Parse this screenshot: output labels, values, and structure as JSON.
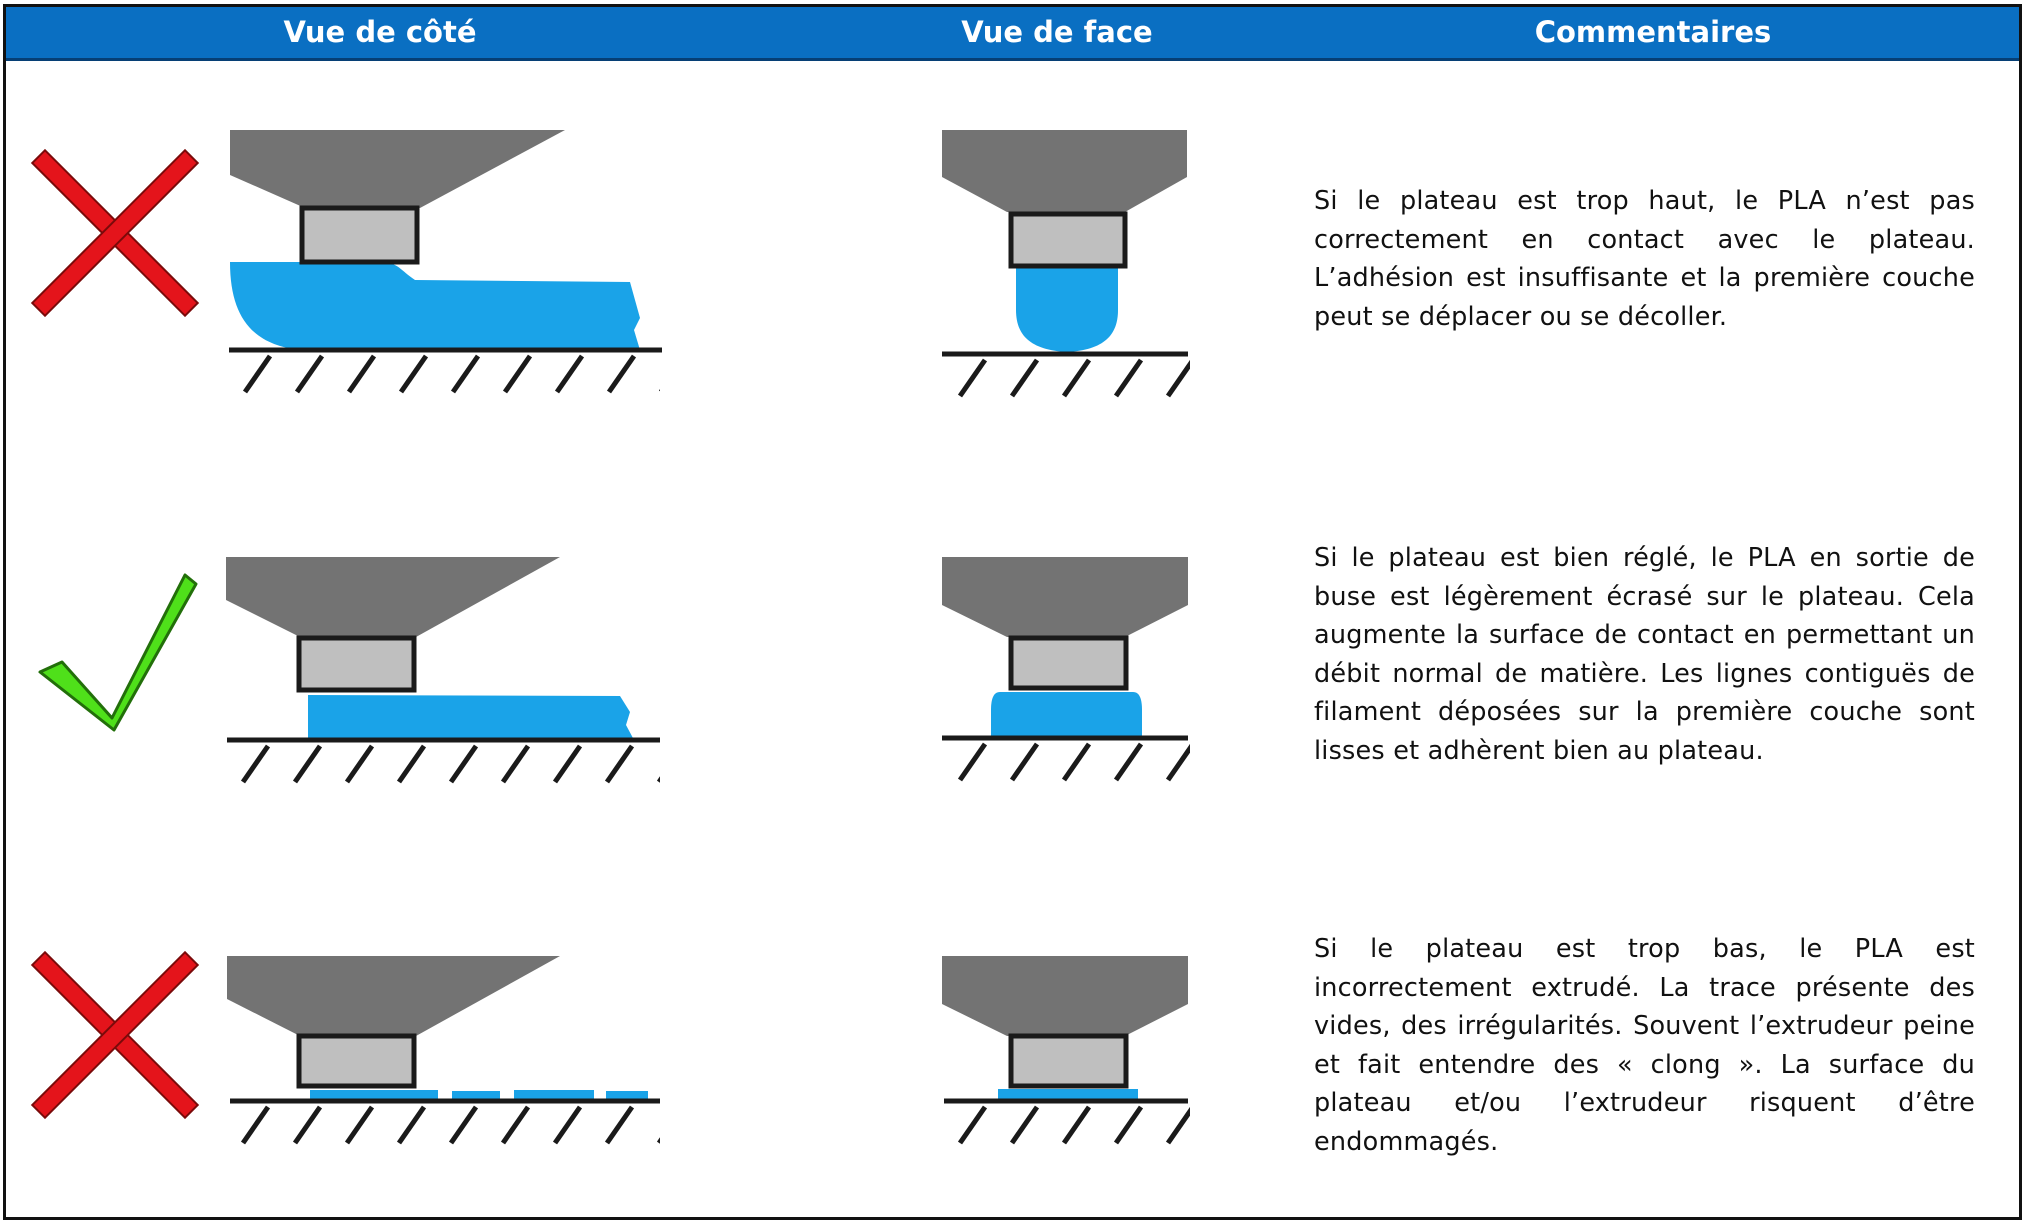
{
  "header": {
    "side_view": "Vue de côté",
    "front_view": "Vue de face",
    "comments": "Commentaires"
  },
  "rows": [
    {
      "status": "incorrect",
      "status_icon": "red-cross-icon",
      "comment": "Si le plateau est trop haut, le PLA n’est pas correctement en contact avec le plateau. L’adhésion est insuffisante et la première couche peut se déplacer ou se décoller."
    },
    {
      "status": "correct",
      "status_icon": "green-check-icon",
      "comment": "Si le plateau est bien réglé, le PLA en sortie de buse est légèrement écrasé sur le plateau. Cela augmente la surface de contact en permettant un débit normal de matière. Les lignes contiguës de filament déposées sur la première couche sont lisses et adhèrent bien au plateau."
    },
    {
      "status": "incorrect",
      "status_icon": "red-cross-icon",
      "comment": "Si le plateau est trop bas, le PLA est incorrectement extrudé. La trace présente des vides, des irrégularités. Souvent l’extrudeur peine et fait entendre des « clong ». La surface du plateau et/ou l’extrudeur risquent d’être endommagés."
    }
  ],
  "colors": {
    "header_bg": "#0a6fc2",
    "nozzle_dark": "#737373",
    "nozzle_tip": "#bfbfbf",
    "filament": "#1aa3e8",
    "cross_red": "#e4141b",
    "check_green": "#4fe01a"
  }
}
